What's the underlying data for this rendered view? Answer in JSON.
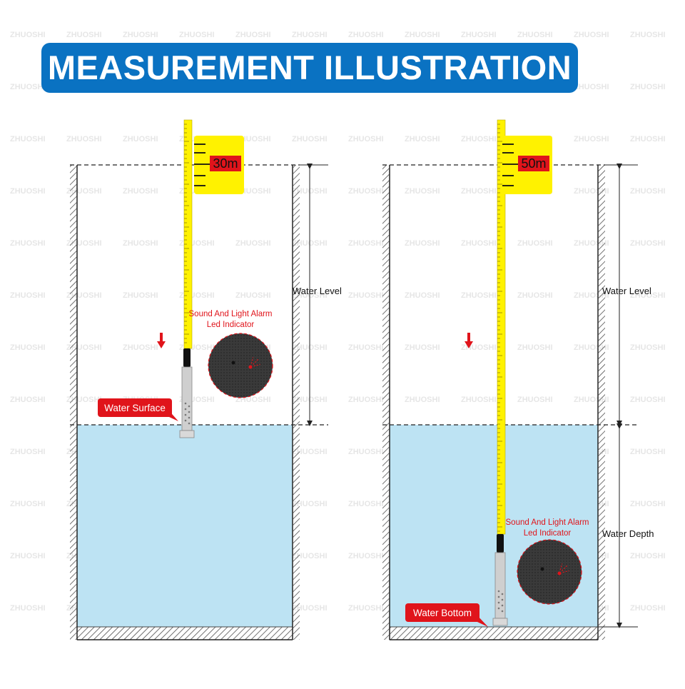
{
  "title": "MEASUREMENT ILLUSTRATION",
  "watermark": "ZHUOSHI",
  "colors": {
    "banner": "#0a72c2",
    "water": "#bde3f3",
    "tape": "#fff200",
    "alert_red": "#e0141b",
    "indicator_disc": "#3a3a3a"
  },
  "panels": [
    {
      "id": "water-level-measurement",
      "tape_reading": "30m",
      "alarm_label_line1": "Sound And Light Alarm",
      "alarm_label_line2": "Led Indicator",
      "callout": "Water Surface",
      "dimension_labels": [
        "Water Level"
      ]
    },
    {
      "id": "water-depth-measurement",
      "tape_reading": "50m",
      "alarm_label_line1": "Sound And Light Alarm",
      "alarm_label_line2": "Led Indicator",
      "callout": "Water Bottom",
      "dimension_labels": [
        "Water Level",
        "Water Depth"
      ]
    }
  ]
}
